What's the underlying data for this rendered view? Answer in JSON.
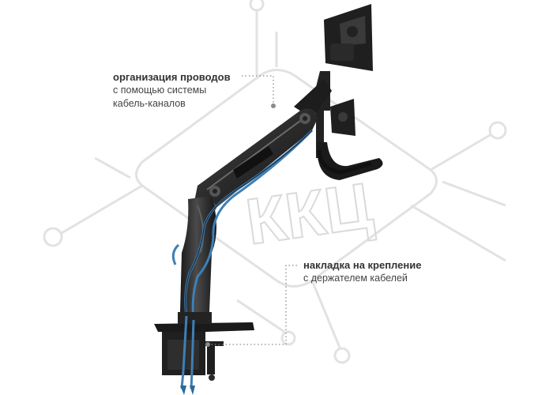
{
  "watermark": {
    "text": "ККЦ",
    "color": "#d9d9d9"
  },
  "callouts": [
    {
      "bold": "организация проводов",
      "lines": [
        "с помощью системы",
        "кабель-каналов"
      ]
    },
    {
      "bold": "накладка на крепление",
      "lines": [
        "с держателем кабелей"
      ]
    }
  ],
  "colors": {
    "arm": "#2b2b2b",
    "arm_highlight": "#5a5a5a",
    "cable_blue": "#3f7fb5",
    "leader": "#8a8a8a"
  }
}
